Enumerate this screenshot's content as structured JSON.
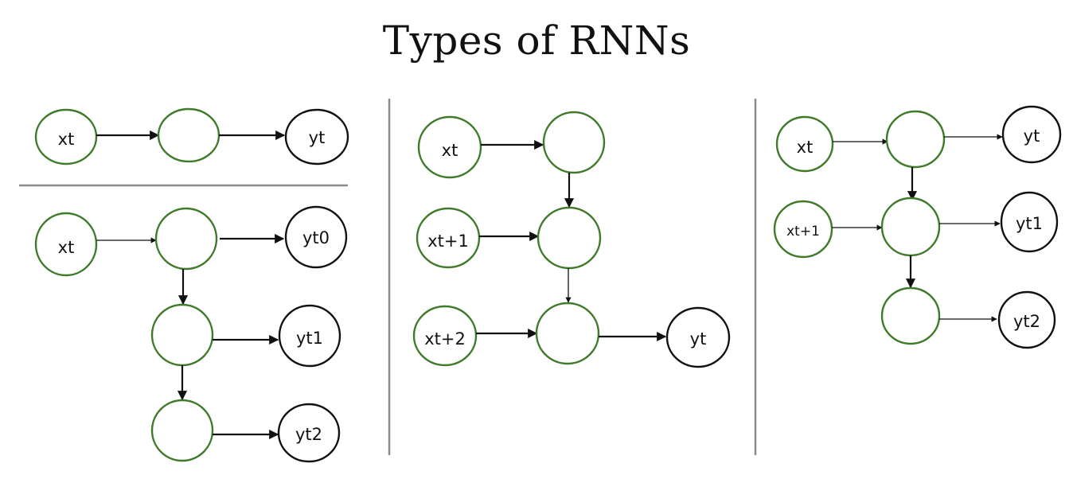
{
  "title": "Types of RNNs",
  "colors": {
    "rnn_cell": "#3f7a2a",
    "output": "#111111",
    "divider": "#8a8a8a"
  },
  "panels": {
    "one_to_one": {
      "input": "xt",
      "output": "yt"
    },
    "one_to_many": {
      "input": "xt",
      "outputs": [
        "yt0",
        "yt1",
        "yt2"
      ]
    },
    "many_to_one": {
      "inputs": [
        "xt",
        "xt+1",
        "xt+2"
      ],
      "output": "yt"
    },
    "many_to_many": {
      "inputs": [
        "xt",
        "xt+1"
      ],
      "outputs": [
        "yt",
        "yt1",
        "yt2"
      ]
    }
  }
}
